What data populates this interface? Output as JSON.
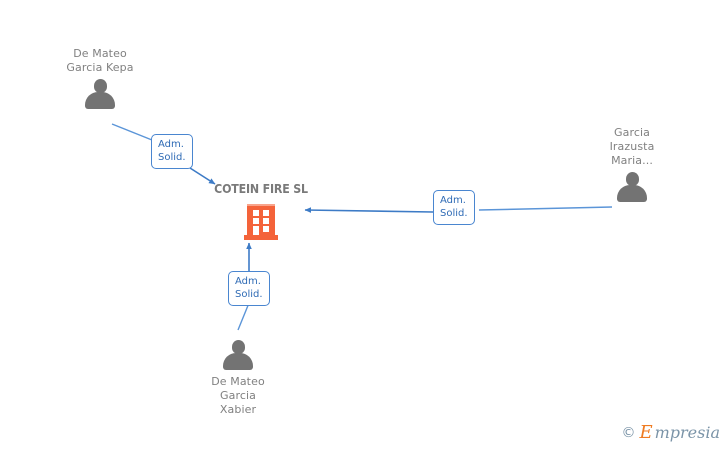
{
  "diagram": {
    "background_color": "#ffffff",
    "edge_color": "#4a86d0",
    "person_color": "#737373",
    "company_color": "#f4633a",
    "text_color": "#808080"
  },
  "company": {
    "name": "COTEIN FIRE SL",
    "icon": "building-icon"
  },
  "people": [
    {
      "id": "de-mateo-garcia-kepa",
      "name": "De Mateo\nGarcia Kepa",
      "icon": "person-icon",
      "position": "top-left"
    },
    {
      "id": "garcia-irazusta-maria",
      "name": "Garcia\nIrazusta\nMaria...",
      "icon": "person-icon",
      "position": "right"
    },
    {
      "id": "de-mateo-garcia-xabier",
      "name": "De Mateo\nGarcia\nXabier",
      "icon": "person-icon",
      "position": "bottom"
    }
  ],
  "relations": [
    {
      "id": "rel-kepa",
      "label": "Adm.\nSolid.",
      "from": "de-mateo-garcia-kepa",
      "to": "cotein-fire-sl"
    },
    {
      "id": "rel-maria",
      "label": "Adm.\nSolid.",
      "from": "garcia-irazusta-maria",
      "to": "cotein-fire-sl"
    },
    {
      "id": "rel-xabier",
      "label": "Adm.\nSolid.",
      "from": "de-mateo-garcia-xabier",
      "to": "cotein-fire-sl"
    }
  ],
  "watermark": {
    "copyright": "©",
    "brand_initial": "E",
    "brand_rest": "mpresia"
  }
}
